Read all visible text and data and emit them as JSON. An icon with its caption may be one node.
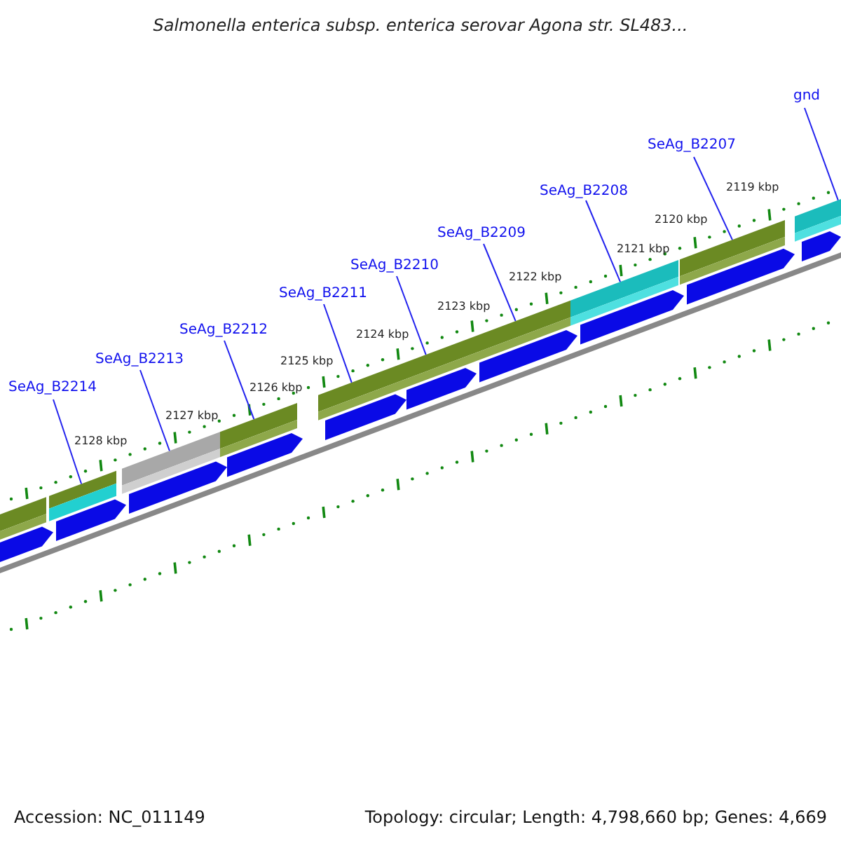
{
  "diagram": {
    "title": "Salmonella enterica subsp. enterica serovar Agona str. SL483...",
    "nodes": [
      {
        "text": [
          "SeAg_B2214"
        ]
      },
      {
        "text": [
          "SeAg_B2213"
        ]
      },
      {
        "text": [
          "SeAg_B2212"
        ]
      },
      {
        "text": [
          "SeAg_B2211"
        ]
      },
      {
        "text": [
          "SeAg_B2210"
        ]
      },
      {
        "text": [
          "SeAg_B2209"
        ]
      },
      {
        "text": [
          "SeAg_B2208"
        ]
      },
      {
        "text": [
          "SeAg_B2207"
        ]
      },
      {
        "text": [
          "gnd"
        ]
      },
      {
        "text": [],
        "shape": "bar"
      },
      {
        "text": [],
        "shape": "bar"
      },
      {
        "text": [],
        "shape": "bar"
      },
      {
        "text": [],
        "shape": "bar"
      },
      {
        "text": [],
        "shape": "bar"
      },
      {
        "text": [],
        "shape": "bar"
      },
      {
        "text": [],
        "shape": "bar"
      },
      {
        "text": [],
        "shape": "bar"
      },
      {
        "text": [],
        "shape": "bar"
      },
      {
        "text": [],
        "shape": "bar"
      },
      {
        "text": [],
        "shape": "arrow"
      },
      {
        "text": [],
        "shape": "arrow"
      },
      {
        "text": [],
        "shape": "arrow"
      },
      {
        "text": [],
        "shape": "arrow"
      },
      {
        "text": [],
        "shape": "arrow"
      },
      {
        "text": [],
        "shape": "arrow"
      },
      {
        "text": [],
        "shape": "arrow"
      },
      {
        "text": [],
        "shape": "arrow"
      },
      {
        "text": [],
        "shape": "arrow"
      },
      {
        "text": [],
        "shape": "arrow"
      }
    ],
    "edges": [
      {
        "from": 0,
        "to": 10,
        "arrow": "none"
      },
      {
        "from": 1,
        "to": 11,
        "arrow": "none"
      },
      {
        "from": 2,
        "to": 12,
        "arrow": "none"
      },
      {
        "from": 3,
        "to": 13,
        "arrow": "none"
      },
      {
        "from": 4,
        "to": 14,
        "arrow": "none"
      },
      {
        "from": 5,
        "to": 15,
        "arrow": "none"
      },
      {
        "from": 6,
        "to": 16,
        "arrow": "none"
      },
      {
        "from": 7,
        "to": 17,
        "arrow": "none"
      },
      {
        "from": 8,
        "to": 18,
        "arrow": "none"
      }
    ],
    "labels": [
      "2119 kbp",
      "2120 kbp",
      "2121 kbp",
      "2122 kbp",
      "2123 kbp",
      "2124 kbp",
      "2125 kbp",
      "2126 kbp",
      "2127 kbp",
      "2128 kbp",
      "Accession: NC_011149",
      "Topology: circular; Length: 4,798,660 bp; Genes: 4,669"
    ]
  }
}
